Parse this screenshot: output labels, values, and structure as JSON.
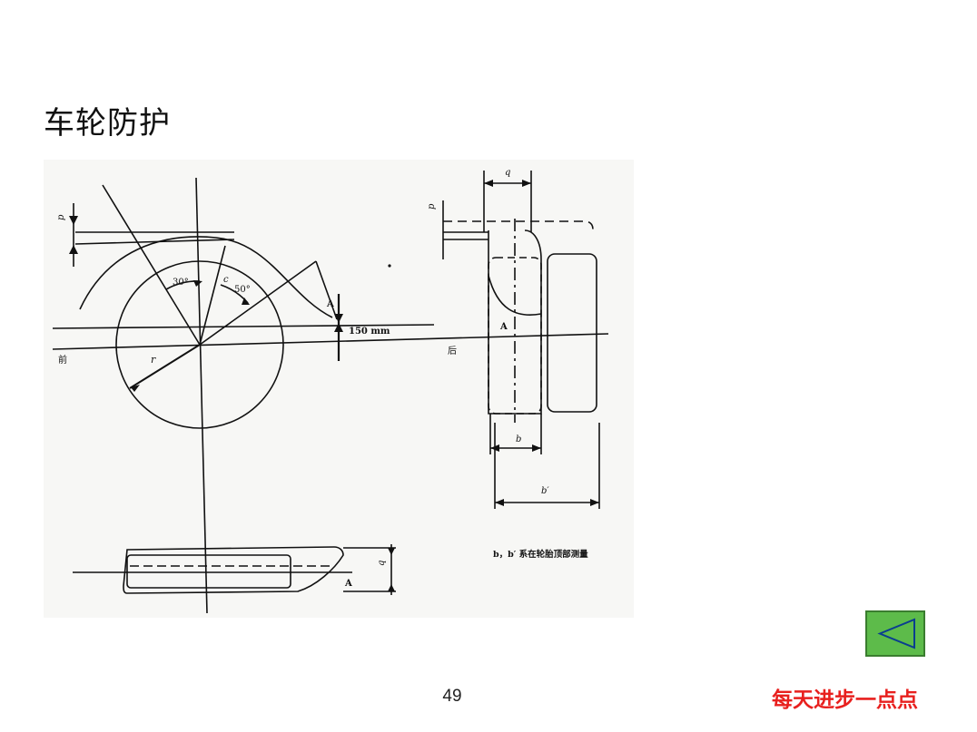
{
  "slide": {
    "title": "车轮防护",
    "page_number": "49",
    "slogan": "每天进步一点点",
    "back_button_label": "◁"
  },
  "figure": {
    "labels": {
      "p_left": "p",
      "angle_30": "30°",
      "label_c": "c",
      "angle_50": "50°",
      "label_A_fender": "A",
      "dim_150": "150 mm",
      "front": "前",
      "radius_r": "r",
      "rear": "后",
      "q_top": "q",
      "p_right": "p",
      "label_A_tire": "A",
      "label_b": "b",
      "label_b_prime": "b′",
      "note": "b，b′ 系在轮胎顶部测量",
      "label_A_bottom": "A",
      "q_bottom": "q"
    }
  },
  "colors": {
    "button_fill": "#5dbb4a",
    "button_border": "#3a7d2f",
    "slogan": "#e8201e"
  }
}
